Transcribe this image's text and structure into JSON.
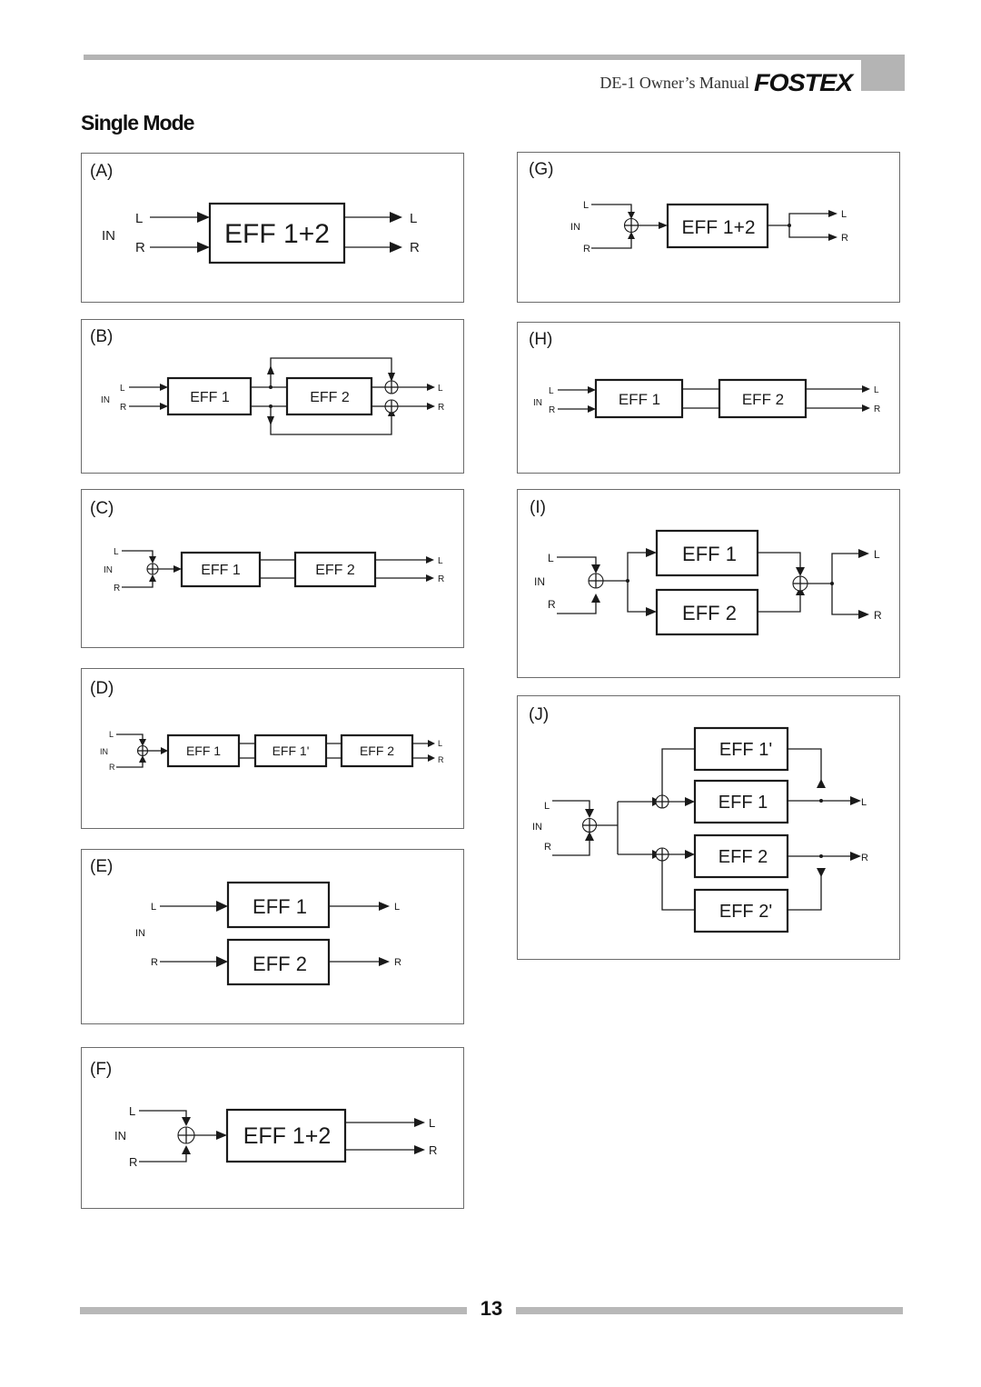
{
  "header": {
    "doc_title": "DE-1 Owner’s Manual",
    "brand": "FOSTEX"
  },
  "section_title": "Single Mode",
  "page_number": "13",
  "io": {
    "in": "IN",
    "left": "L",
    "right": "R"
  },
  "diagrams": {
    "A": {
      "label": "(A)",
      "blocks": [
        "EFF 1+2"
      ]
    },
    "B": {
      "label": "(B)",
      "blocks": [
        "EFF 1",
        "EFF 2"
      ]
    },
    "C": {
      "label": "(C)",
      "blocks": [
        "EFF 1",
        "EFF 2"
      ]
    },
    "D": {
      "label": "(D)",
      "blocks": [
        "EFF 1",
        "EFF 1'",
        "EFF 2"
      ]
    },
    "E": {
      "label": "(E)",
      "blocks": [
        "EFF 1",
        "EFF 2"
      ]
    },
    "F": {
      "label": "(F)",
      "blocks": [
        "EFF 1+2"
      ]
    },
    "G": {
      "label": "(G)",
      "blocks": [
        "EFF 1+2"
      ]
    },
    "H": {
      "label": "(H)",
      "blocks": [
        "EFF 1",
        "EFF 2"
      ]
    },
    "I": {
      "label": "(I)",
      "blocks": [
        "EFF 1",
        "EFF 2"
      ]
    },
    "J": {
      "label": "(J)",
      "blocks": [
        "EFF 1'",
        "EFF 1",
        "EFF 2",
        "EFF 2'"
      ]
    }
  }
}
